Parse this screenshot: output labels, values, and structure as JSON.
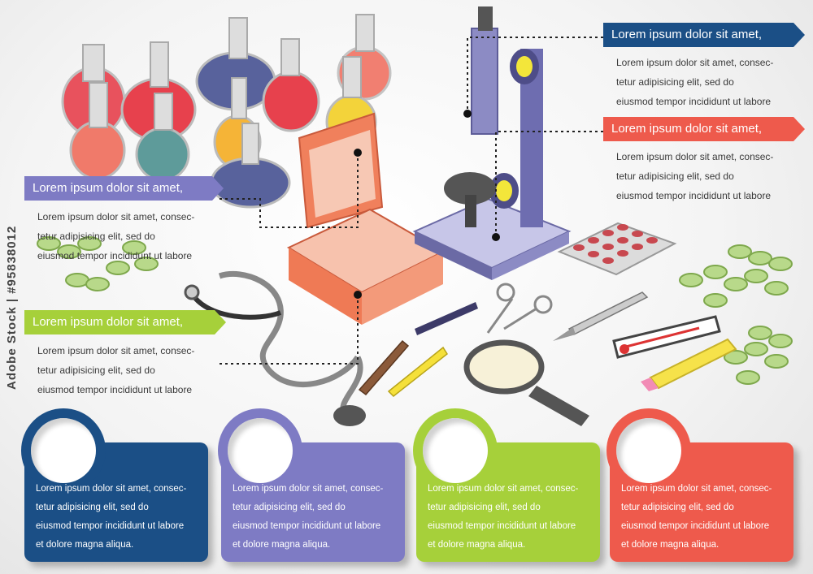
{
  "callouts": {
    "top_right": {
      "title": "Lorem ipsum dolor sit amet,",
      "body": "Lorem ipsum dolor sit amet, consec-\ntetur adipisicing elit, sed do\neiusmod tempor incididunt ut labore",
      "color": "#1b4f86"
    },
    "mid_right": {
      "title": "Lorem ipsum dolor sit amet,",
      "body": "Lorem ipsum dolor sit amet, consec-\ntetur adipisicing elit, sed do\neiusmod tempor incididunt ut labore",
      "color": "#ee5a4c"
    },
    "mid_left": {
      "title": "Lorem ipsum dolor sit amet,",
      "body": "Lorem ipsum dolor sit amet, consec-\ntetur adipisicing elit, sed do\neiusmod tempor incididunt ut labore",
      "color": "#7e7bc4"
    },
    "low_left": {
      "title": "Lorem ipsum dolor sit amet,",
      "body": "Lorem ipsum dolor sit amet, consec-\ntetur adipisicing elit, sed do\neiusmod tempor incididunt ut labore",
      "color": "#a6d03a"
    }
  },
  "cards": [
    {
      "text": "Lorem ipsum dolor sit amet, consec-\ntetur adipisicing elit, sed do\neiusmod tempor incididunt ut labore\net dolore magna aliqua.",
      "color": "#1b4f86"
    },
    {
      "text": "Lorem ipsum dolor sit amet, consec-\ntetur adipisicing elit, sed do\neiusmod tempor incididunt ut labore\net dolore magna aliqua.",
      "color": "#7e7bc4"
    },
    {
      "text": "Lorem ipsum dolor sit amet, consec-\ntetur adipisicing elit, sed do\neiusmod tempor incididunt ut labore\net dolore magna aliqua.",
      "color": "#a6d03a"
    },
    {
      "text": "Lorem ipsum dolor sit amet, consec-\ntetur adipisicing elit, sed do\neiusmod tempor incididunt ut labore\net dolore magna aliqua.",
      "color": "#ee5a4c"
    }
  ],
  "watermark": "Adobe Stock | #95838012",
  "illustration_items": [
    "flask-icon",
    "medical-case-icon",
    "microscope-icon",
    "stethoscope-icon",
    "pill-blister-icon",
    "scissors-icon",
    "scalpel-icon",
    "thermometer-icon",
    "magnifier-icon",
    "pencil-icon",
    "pills-icon"
  ]
}
